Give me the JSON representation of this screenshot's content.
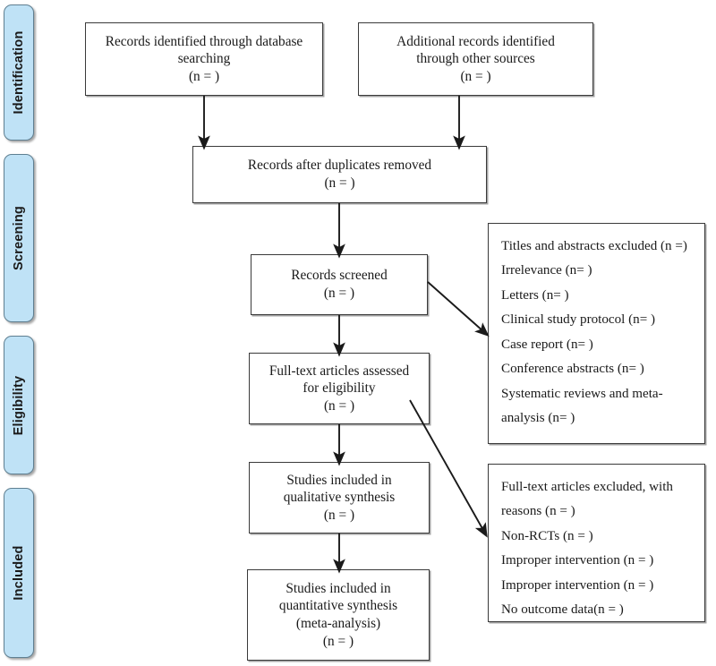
{
  "diagram": {
    "title": "PRISMA flow diagram",
    "colors": {
      "stage_fill": "#bfe2f6",
      "stage_border": "#5f7f91",
      "box_border": "#3a3a3a",
      "arrow": "#1a1a1a",
      "background": "#ffffff"
    }
  },
  "stages": [
    {
      "label": "Identification"
    },
    {
      "label": "Screening"
    },
    {
      "label": "Eligibility"
    },
    {
      "label": "Included"
    }
  ],
  "boxes": {
    "records_identified": "Records identified through database\nsearching\n(n =   )",
    "additional_records": "Additional records identified\nthrough other sources\n(n =   )",
    "duplicates_removed": "Records after duplicates removed\n(n =   )",
    "records_screened": "Records screened\n(n =   )",
    "fulltext_assessed": "Full-text articles assessed\nfor eligibility\n(n =   )",
    "qualitative_synthesis": "Studies included in\nqualitative synthesis\n(n =   )",
    "quantitative_synthesis": "Studies included in\nquantitative synthesis\n(meta-analysis)\n(n =   )",
    "titles_excluded": "Titles and abstracts excluded (n =)\nIrrelevance (n=  )\nLetters (n=  )\nClinical study protocol (n=  )\nCase report (n=  )\nConference abstracts (n=  )\nSystematic reviews and meta-\nanalysis (n=  )",
    "fulltext_excluded": "Full-text articles excluded, with\nreasons (n =   )\nNon-RCTs (n =   )\nImproper intervention (n =   )\nImproper intervention (n =   )\nNo outcome data(n =   )"
  }
}
